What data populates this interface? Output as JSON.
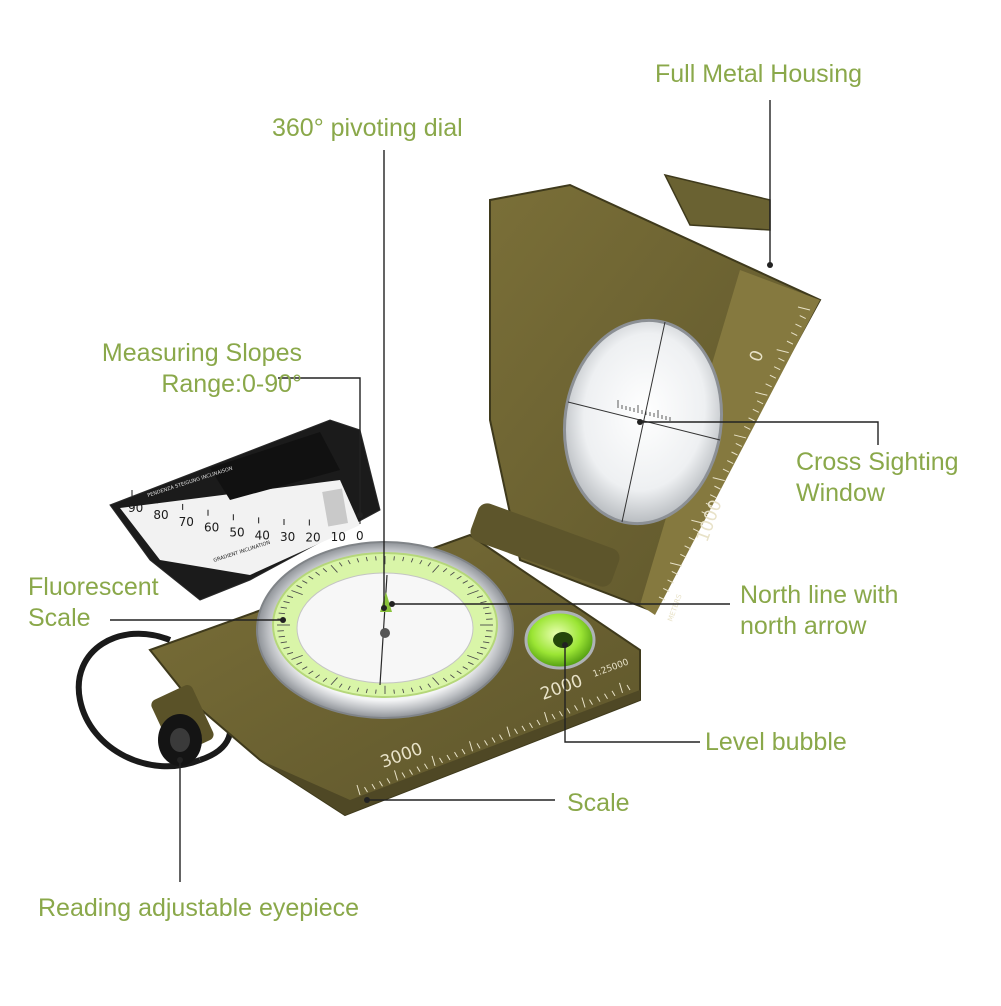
{
  "colors": {
    "label": "#8aa84a",
    "leader_line": "#222222",
    "housing": "#6a6232",
    "housing_dark": "#4f4825",
    "housing_light": "#85793f",
    "fluorescent": "#d9f5a8",
    "bezel": "#d7d9dc",
    "bubble": "#9be534",
    "clinometer_plate": "#1b1b1b"
  },
  "callouts": {
    "full_metal_housing": "Full Metal Housing",
    "pivoting_dial": "360° pivoting dial",
    "measuring_slopes": "Measuring Slopes\nRange:0-90°",
    "cross_sighting_window": "Cross Sighting\nWindow",
    "fluorescent_scale": "Fluorescent\nScale",
    "north_line": "North line with\nnorth arrow",
    "level_bubble": "Level bubble",
    "scale": "Scale",
    "eyepiece": "Reading adjustable eyepiece"
  },
  "device_markings": {
    "lid_zero": "0",
    "lid_thousand": "1000",
    "lid_meters": "METERS",
    "base_two_thousand": "2000",
    "base_three_thousand": "3000",
    "map_scale": "1:25000",
    "clinometer_ticks": [
      "90",
      "80",
      "70",
      "60",
      "50",
      "40",
      "30",
      "20",
      "10",
      "0"
    ],
    "clinometer_title": "PENDENZA\nSTEIGUNG\nINCLINAISON",
    "clinometer_sub": "GRADIENT\nINCLINATION"
  }
}
